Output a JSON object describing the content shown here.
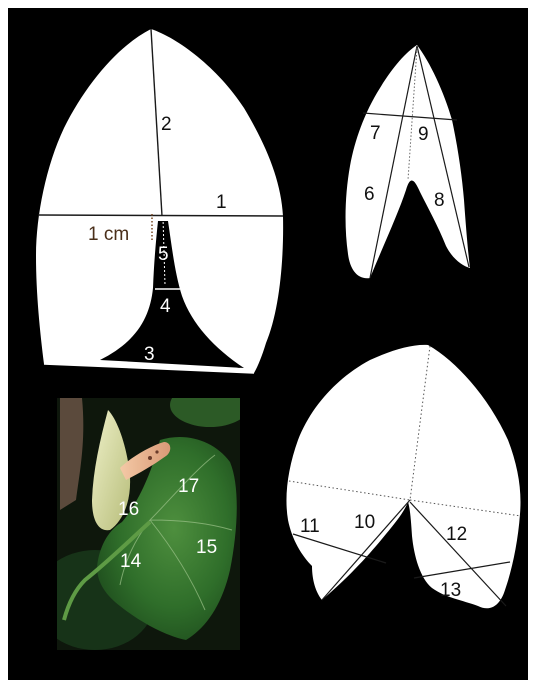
{
  "scale_bar": {
    "label": "1 cm"
  },
  "panels": {
    "leaf_a": {
      "labels": [
        "1",
        "2",
        "3",
        "4",
        "5"
      ]
    },
    "leaf_b": {
      "labels": [
        "6",
        "7",
        "8",
        "9"
      ]
    },
    "photo": {
      "labels": [
        "14",
        "15",
        "16",
        "17"
      ]
    },
    "leaf_c": {
      "labels": [
        "10",
        "11",
        "12",
        "13"
      ]
    }
  },
  "colors": {
    "background": "#000000",
    "silhouette": "#ffffff",
    "measure_line": "#1a1a1a",
    "photo_leaf": "#2f6e2a",
    "photo_text": "#ffffff"
  }
}
